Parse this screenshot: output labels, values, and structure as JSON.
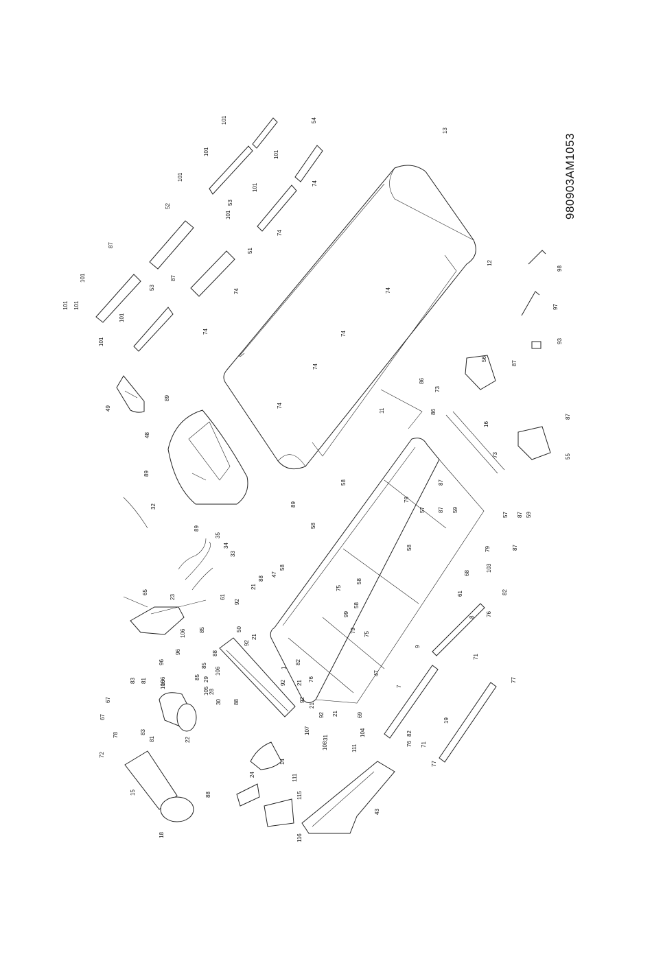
{
  "drawing_code": "980903AM1053",
  "callouts": [
    "101",
    "54",
    "101",
    "101",
    "101",
    "53",
    "101",
    "101",
    "13",
    "74",
    "74",
    "52",
    "87",
    "51",
    "87",
    "74",
    "101",
    "101",
    "101",
    "53",
    "101",
    "101",
    "74",
    "74",
    "12",
    "74",
    "74",
    "74",
    "49",
    "48",
    "89",
    "89",
    "89",
    "89",
    "32",
    "56",
    "87",
    "73",
    "86",
    "11",
    "86",
    "16",
    "73",
    "87",
    "55",
    "98",
    "97",
    "93",
    "58",
    "58",
    "58",
    "79",
    "87",
    "57",
    "87",
    "59",
    "57",
    "87",
    "59",
    "79",
    "87",
    "35",
    "34",
    "33",
    "65",
    "23",
    "61",
    "88",
    "47",
    "58",
    "21",
    "92",
    "75",
    "58",
    "58",
    "99",
    "79",
    "75",
    "21",
    "92",
    "50",
    "85",
    "106",
    "96",
    "85",
    "106",
    "96",
    "85",
    "88",
    "106",
    "105",
    "29",
    "28",
    "30",
    "88",
    "83",
    "81",
    "67",
    "67",
    "106",
    "83",
    "81",
    "22",
    "82",
    "1",
    "92",
    "21",
    "76",
    "47",
    "9",
    "7",
    "69",
    "92",
    "21",
    "92",
    "21",
    "8",
    "61",
    "68",
    "103",
    "76",
    "82",
    "107",
    "108",
    "31",
    "104",
    "111",
    "76",
    "82",
    "71",
    "77",
    "19",
    "71",
    "77",
    "78",
    "72",
    "15",
    "18",
    "14",
    "24",
    "88",
    "115",
    "116",
    "111",
    "43"
  ]
}
